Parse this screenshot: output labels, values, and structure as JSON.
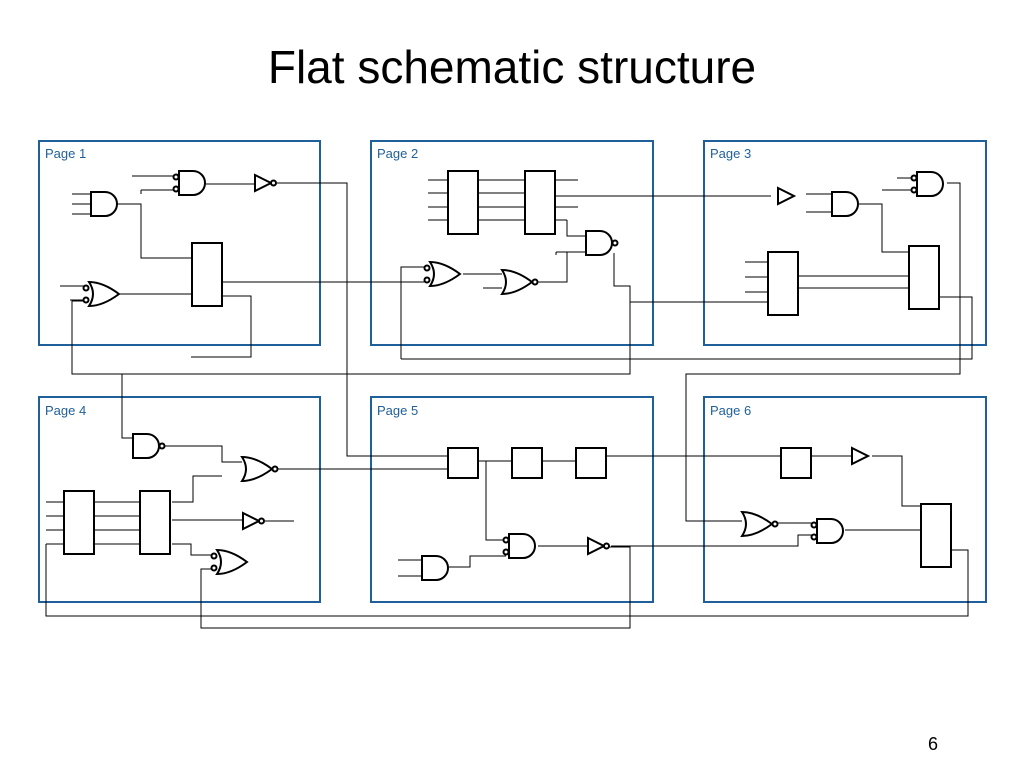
{
  "title": "Flat schematic structure",
  "slide_number": "6",
  "colors": {
    "frame": "#1f5f9a",
    "label": "#1f5f9a",
    "wire": "#000000"
  },
  "pages": [
    {
      "label": "Page 1"
    },
    {
      "label": "Page 2"
    },
    {
      "label": "Page 3"
    },
    {
      "label": "Page 4"
    },
    {
      "label": "Page 5"
    },
    {
      "label": "Page 6"
    }
  ]
}
